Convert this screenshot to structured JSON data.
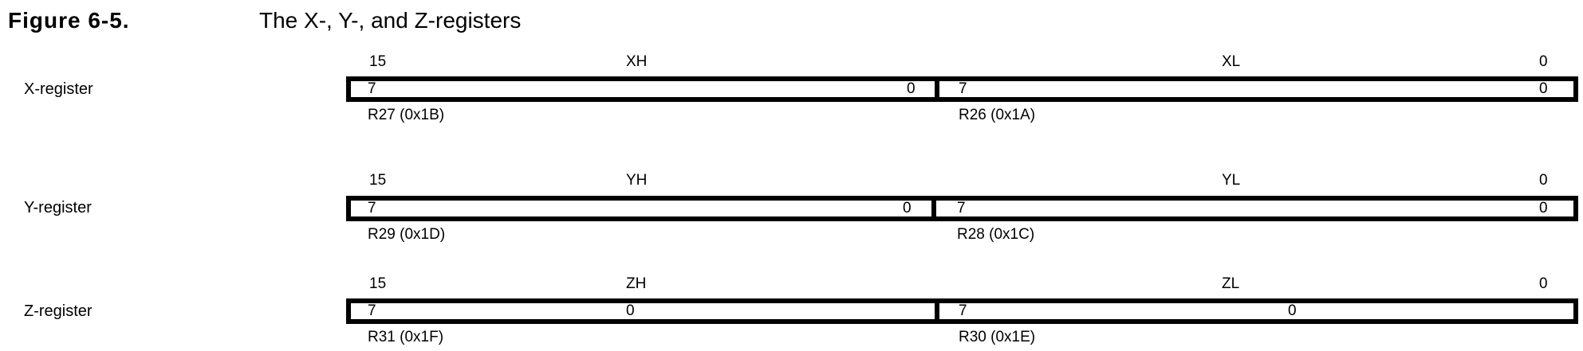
{
  "figure": {
    "number": "Figure 6-5.",
    "title": "The X-, Y-, and Z-registers"
  },
  "registers": [
    {
      "name": "X-register",
      "bit_high": "15",
      "bit_low": "0",
      "high_byte": "XH",
      "low_byte": "XL",
      "high": {
        "msb": "7",
        "lsb": "0",
        "reg": "R27 (0x1B)"
      },
      "low": {
        "msb": "7",
        "lsb": "0",
        "reg": "R26 (0x1A)"
      }
    },
    {
      "name": "Y-register",
      "bit_high": "15",
      "bit_low": "0",
      "high_byte": "YH",
      "low_byte": "YL",
      "high": {
        "msb": "7",
        "lsb": "0",
        "reg": "R29 (0x1D)"
      },
      "low": {
        "msb": "7",
        "lsb": "0",
        "reg": "R28 (0x1C)"
      }
    },
    {
      "name": "Z-register",
      "bit_high": "15",
      "bit_low": "0",
      "high_byte": "ZH",
      "low_byte": "ZL",
      "high": {
        "msb": "7",
        "lsb": "0",
        "reg": "R31 (0x1F)"
      },
      "low": {
        "msb": "7",
        "lsb": "0",
        "reg": "R30 (0x1E)"
      }
    }
  ]
}
